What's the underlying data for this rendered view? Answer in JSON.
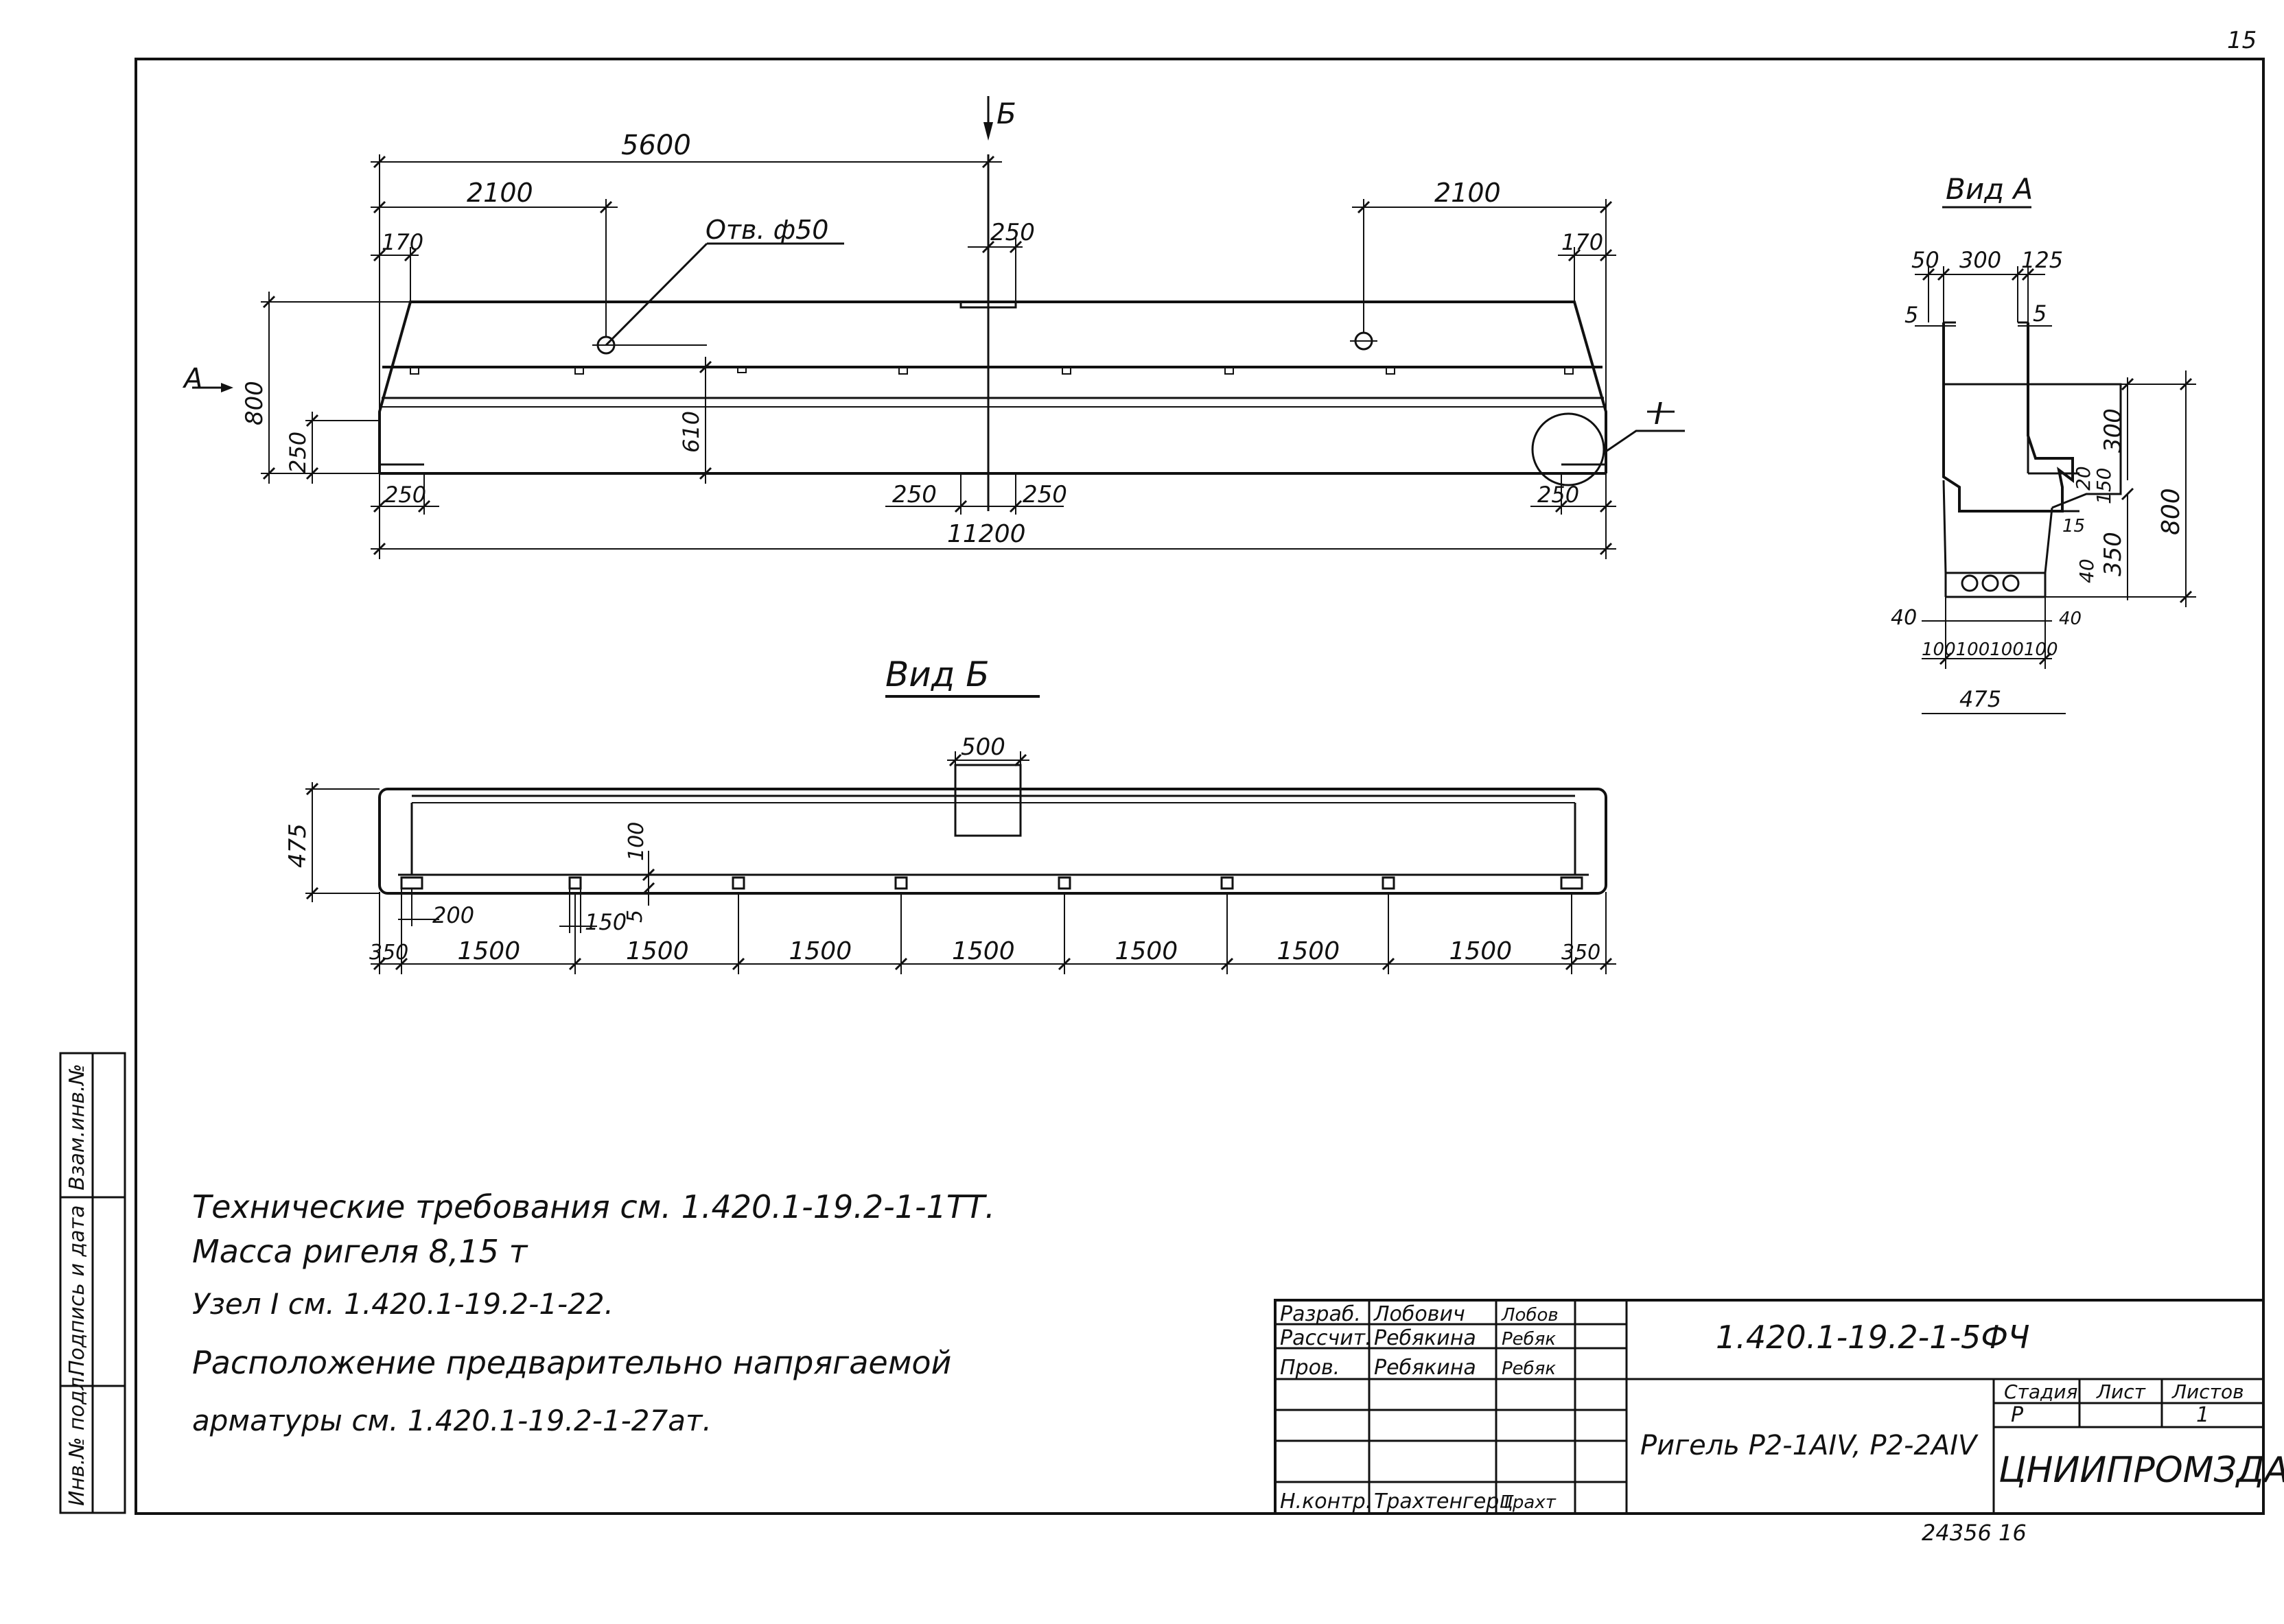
{
  "page_number": "15",
  "elevation": {
    "dim_5600": "5600",
    "dim_2100_left": "2100",
    "dim_2100_right": "2100",
    "dim_170_left": "170",
    "dim_170_right": "170",
    "hole_label": "Отв. ф50",
    "dim_250_top": "250",
    "dim_800": "800",
    "dim_250_side": "250",
    "dim_610": "610",
    "dim_250_bl": "250",
    "dim_250_bm": "250",
    "dim_250_bm2": "250",
    "dim_250_br": "250",
    "dim_11200": "11200",
    "view_b_arrow": "Б",
    "view_a_arrow": "А",
    "node_label": "I"
  },
  "view_b": {
    "title": "Вид Б",
    "dim_500": "500",
    "dim_475": "475",
    "dim_100": "100",
    "dim_5": "5",
    "dim_200": "200",
    "dim_150": "150",
    "spacing": [
      "350",
      "1500",
      "1500",
      "1500",
      "1500",
      "1500",
      "1500",
      "1500",
      "350"
    ]
  },
  "view_a": {
    "title": "Вид А",
    "dim_50": "50",
    "dim_300_top": "300",
    "dim_125": "125",
    "dim_5_left": "5",
    "dim_5_right": "5",
    "dim_300_side": "300",
    "dim_800": "800",
    "dim_20": "20",
    "dim_150": "150",
    "dim_15": "15",
    "dim_350": "350",
    "dim_40_right": "40",
    "dim_40_left": "40",
    "dim_40_bottom": "40",
    "bottom_dims": "100100100100",
    "dim_475": "475"
  },
  "notes": [
    "Технические требования см. 1.420.1-19.2-1-1ТТ.",
    "Масса ригеля 8,15 т",
    "Узел I см. 1.420.1-19.2-1-22.",
    "Расположение предварительно напрягаемой",
    "арматуры см. 1.420.1-19.2-1-27ат."
  ],
  "side_stamp": [
    "Инв.№ подл.",
    "Подпись и дата",
    "Взам.инв.№"
  ],
  "title_block": {
    "roles": [
      "Разраб.",
      "Рассчит.",
      "Пров.",
      "",
      "",
      "",
      "Н.контр."
    ],
    "names": [
      "Лобович",
      "Ребякина",
      "Ребякина",
      "",
      "",
      "",
      "Трахтенгерц"
    ],
    "signatures": [
      "Лобов",
      "Ребяк",
      "Ребяк",
      "",
      "",
      "",
      "Трахт"
    ],
    "designation": "1.420.1-19.2-1-5ФЧ",
    "item_name": "Ригель Р2-1АIV, Р2-2АIV",
    "stage_label": "Стадия",
    "sheet_label": "Лист",
    "sheets_label": "Листов",
    "stage_value": "Р",
    "sheets_value": "1",
    "organization": "ЦНИИПРОМЗДАНИЙ"
  },
  "bottom_numbers": "24356   16"
}
